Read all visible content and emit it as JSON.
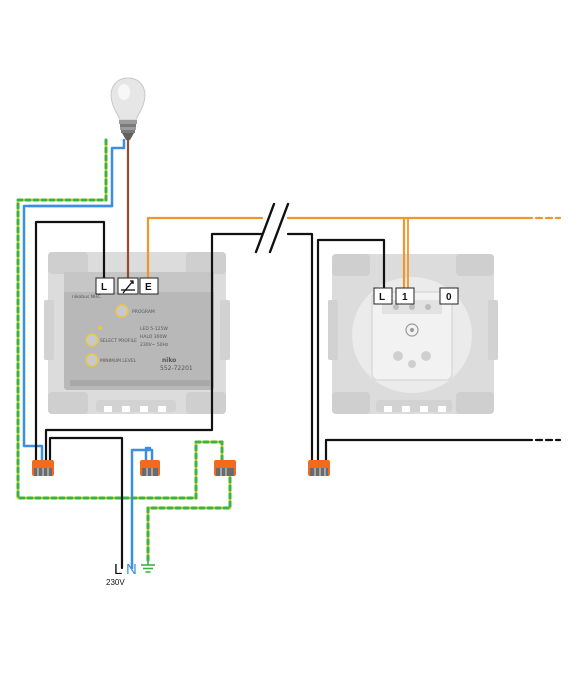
{
  "colors": {
    "live": "#111111",
    "neutral": "#3b8fe0",
    "earth_yellow": "#e8e020",
    "earth_green": "#3ab24a",
    "traveller": "#f0962a",
    "lamp_wire": "#9a4a2a",
    "mounting_plate": "#dcdcdc",
    "dimmer_body": "#b8b8b8",
    "connector": "#f26a1b"
  },
  "dimmer": {
    "terminals": [
      "L",
      "⊁",
      "E"
    ],
    "header_line": "nikobus NHC",
    "button_program": "PROGRAM",
    "button_select": "SELECT PROFILE",
    "button_minimum": "MINIMUM LEVEL",
    "specs": [
      "LED  5-125W",
      "HALO 300W",
      "230V~ 50Hz"
    ],
    "brand": "niko",
    "model": "552-72201"
  },
  "extension": {
    "terminals": [
      "L",
      "1",
      "0"
    ]
  },
  "supply": {
    "live_label": "L",
    "neutral_label": "N",
    "earth_symbol": "earth-symbol",
    "voltage": "230V"
  }
}
